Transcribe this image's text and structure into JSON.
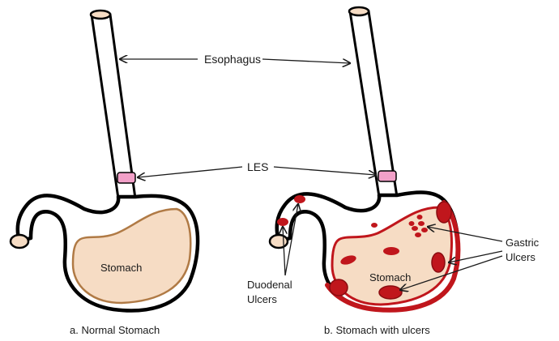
{
  "labels": {
    "esophagus": "Esophagus",
    "les": "LES",
    "stomach_a": "Stomach",
    "stomach_b": "Stomach",
    "duodenal_1": "Duodenal",
    "duodenal_2": "Ulcers",
    "gastric_1": "Gastric",
    "gastric_2": "Ulcers"
  },
  "captions": {
    "a": "a. Normal Stomach",
    "b": "b. Stomach with ulcers"
  },
  "colors": {
    "stomach_fill": "#f6dcc4",
    "inner_wall": "#b07a45",
    "sphincter": "#f2a0c8",
    "ulcer": "#c0161c",
    "ulcer_dark": "#8a0c10",
    "inflamed_wall": "#c0161c",
    "pylorus": "#f6dcc4"
  }
}
